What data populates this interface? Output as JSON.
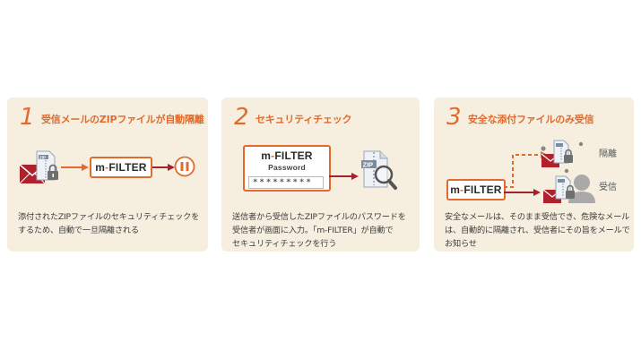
{
  "steps": [
    {
      "number": "1",
      "title": "受信メールのZIPファイルが自動隔離",
      "description": "添付されたZIPファイルのセキュリティチェックを\nするため、自動で一旦隔離される",
      "product": "m-FILTER"
    },
    {
      "number": "2",
      "title": "セキュリティチェック",
      "description": "送信者から受信したZIPファイルのパスワードを\n受信者が画面に入力。「m-FILTER」が自動で\nセキュリティチェックを行う",
      "product": "m-FILTER",
      "password_label": "Password",
      "password_value": "*********"
    },
    {
      "number": "3",
      "title": "安全な添付ファイルのみ受信",
      "description": "安全なメールは、そのまま受信でき、危険なメール\nは、自動的に隔離され、受信者にその旨をメールで\nお知らせ",
      "product": "m-FILTER",
      "label_quarantine": "隔離",
      "label_receive": "受信"
    }
  ],
  "colors": {
    "accent": "#e26a2c",
    "arrow_dark": "#a3222e",
    "mail_red": "#b0212c",
    "panel_bg": "#f6efdf"
  }
}
